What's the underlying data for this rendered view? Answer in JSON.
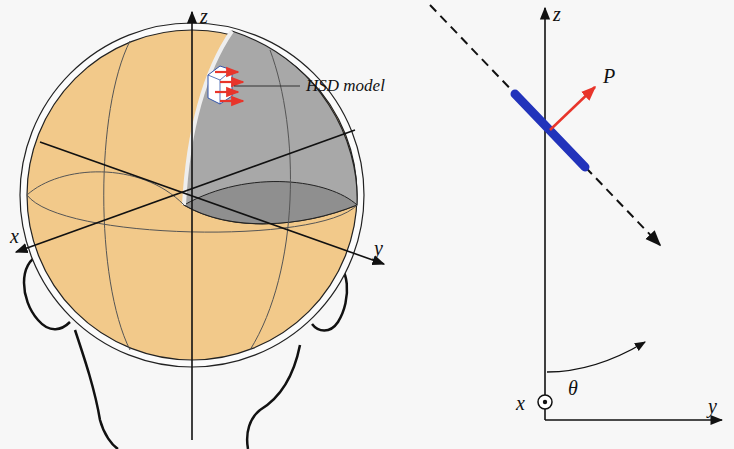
{
  "diagram": {
    "labels": [
      "z",
      "HSD model",
      "z",
      "P",
      "x",
      "y",
      "θ",
      "x",
      "y"
    ]
  }
}
